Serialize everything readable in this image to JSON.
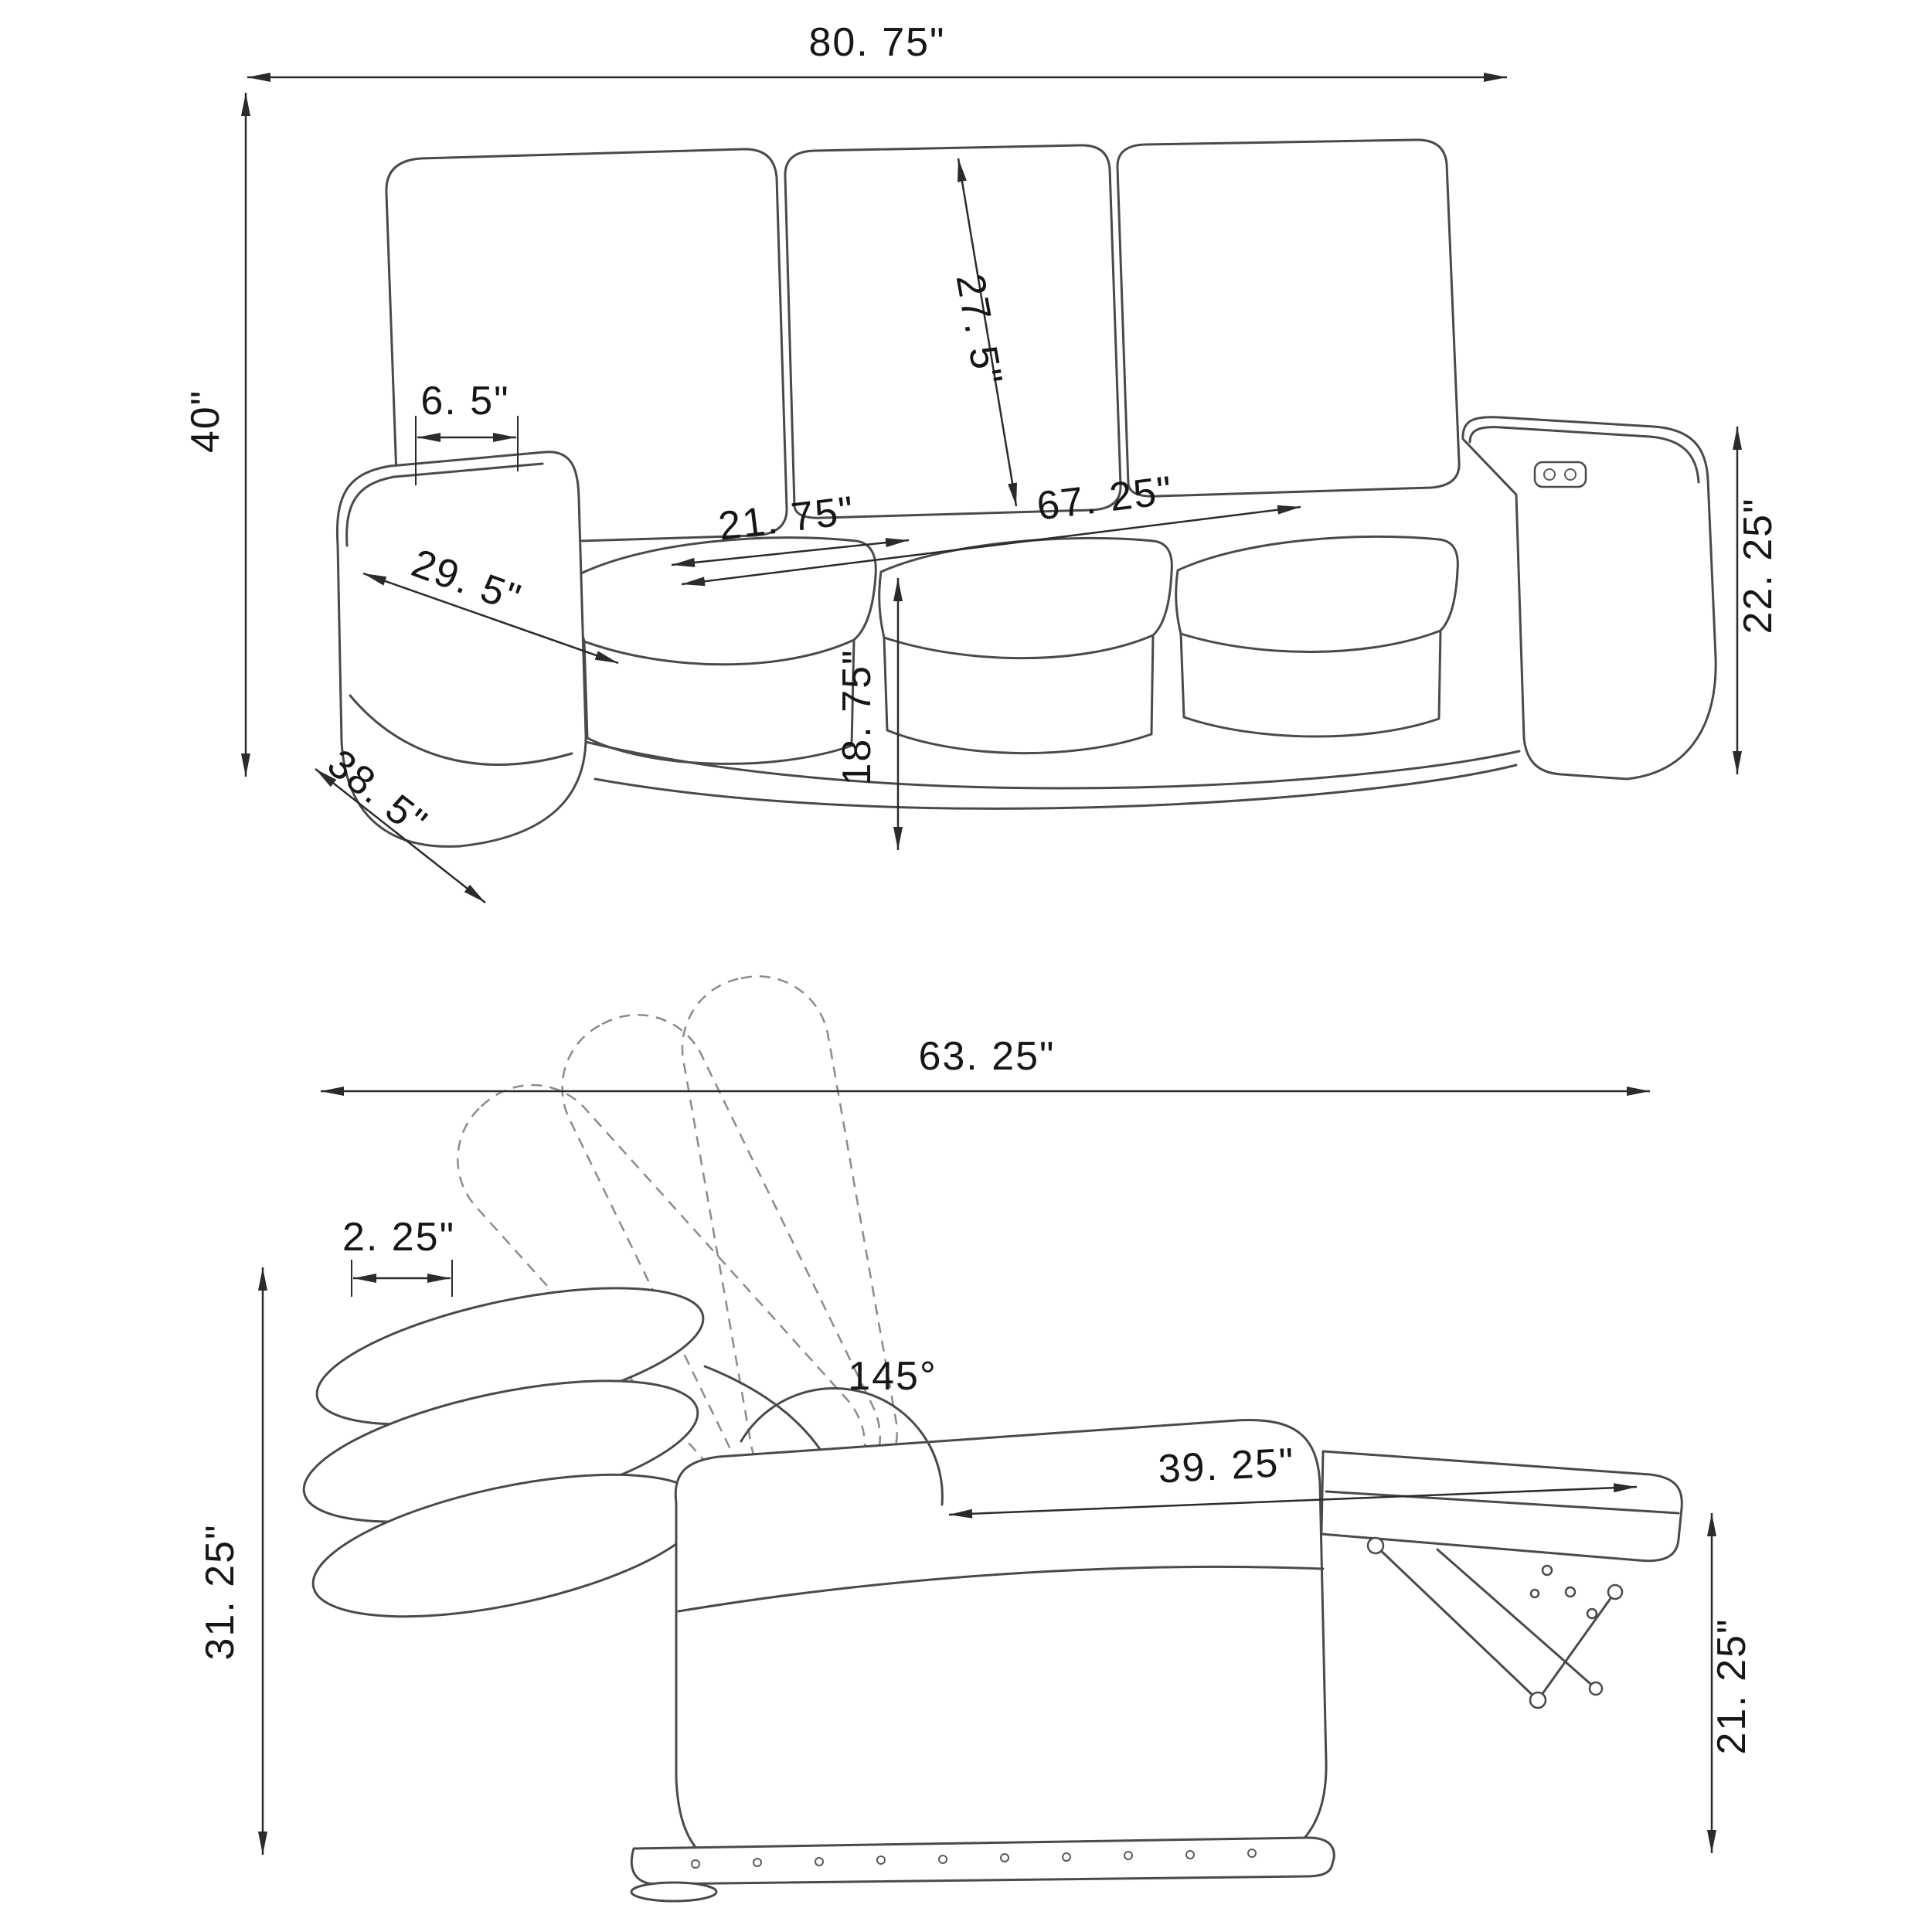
{
  "page": {
    "title": "Furniture dimension line drawing",
    "background": "#ffffff",
    "line_color": "#4a4a4a",
    "dimension_color": "#2b2b2b",
    "ghost_line_color": "#8b8b8b"
  },
  "sofa": {
    "name": "three-seat power reclining sofa, three-quarter view",
    "dims": {
      "overall_width": "80. 75\"",
      "overall_height": "40\"",
      "back_cushion_height": "27. 5\"",
      "arm_top_width": "6. 5\"",
      "seat_cushion_depth": "21. 75\"",
      "interior_seat_width": "67. 25\"",
      "arm_depth": "29. 5\"",
      "seat_height": "18. 75\"",
      "overall_depth": "38. 5\"",
      "arm_height": "22. 25\""
    }
  },
  "recliner": {
    "name": "power recliner side view, reclined with footrest extended",
    "dims": {
      "reclined_length": "63. 25\"",
      "headrest_thickness": "2. 25\"",
      "recline_angle": "145°",
      "overall_height": "31. 25\"",
      "seat_length": "39. 25\"",
      "footrest_height": "21. 25\""
    }
  }
}
